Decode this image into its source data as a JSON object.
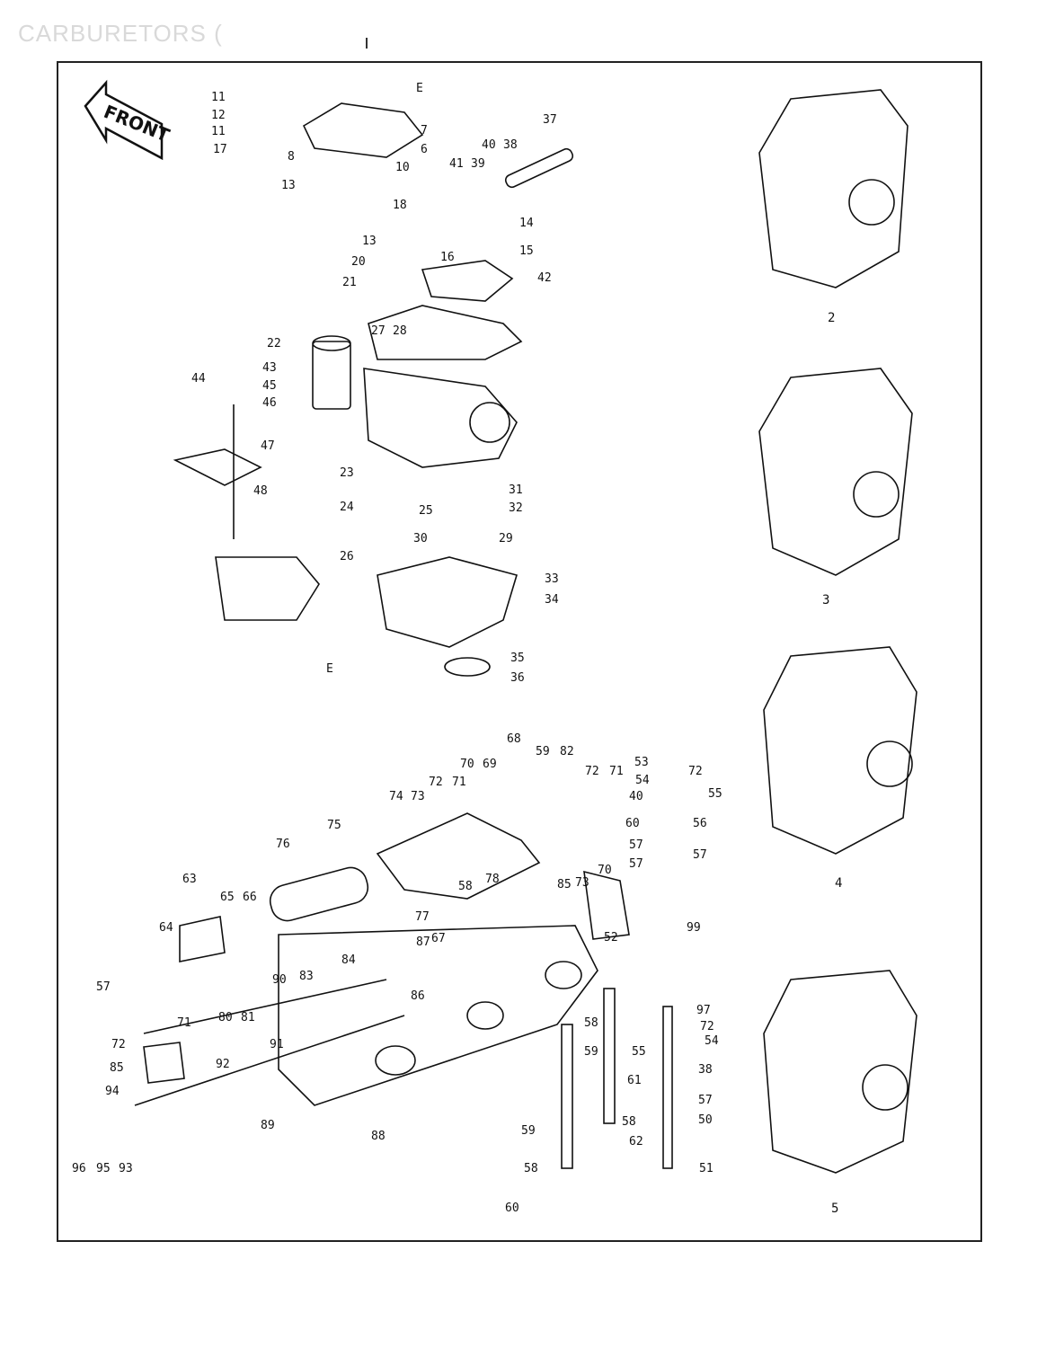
{
  "page": {
    "header": "CARBURETORS (",
    "top_mark": "I"
  },
  "front_badge": "FRONT",
  "part_labels": [
    "11",
    "12",
    "11",
    "17",
    "8",
    "E",
    "7",
    "6",
    "10",
    "13",
    "16",
    "18",
    "13",
    "20",
    "21",
    "37",
    "40",
    "38",
    "41",
    "39",
    "14",
    "15",
    "42",
    "22",
    "27",
    "28",
    "43",
    "44",
    "45",
    "46",
    "47",
    "48",
    "23",
    "24",
    "25",
    "26",
    "31",
    "32",
    "30",
    "29",
    "33",
    "34",
    "35",
    "36",
    "E",
    "68",
    "59",
    "82",
    "72",
    "71",
    "53",
    "72",
    "54",
    "40",
    "55",
    "70",
    "69",
    "72",
    "71",
    "74",
    "73",
    "76",
    "75",
    "60",
    "56",
    "57",
    "57",
    "70",
    "57",
    "73",
    "78",
    "58",
    "63",
    "65",
    "66",
    "85",
    "64",
    "77",
    "67",
    "52",
    "99",
    "87",
    "57",
    "90",
    "83",
    "84",
    "86",
    "80",
    "81",
    "97",
    "58",
    "72",
    "71",
    "59",
    "55",
    "54",
    "38",
    "61",
    "72",
    "91",
    "85",
    "92",
    "57",
    "94",
    "89",
    "58",
    "50",
    "62",
    "88",
    "59",
    "51",
    "96",
    "95",
    "93",
    "58",
    "60"
  ],
  "views": [
    "2",
    "3",
    "4",
    "5"
  ]
}
